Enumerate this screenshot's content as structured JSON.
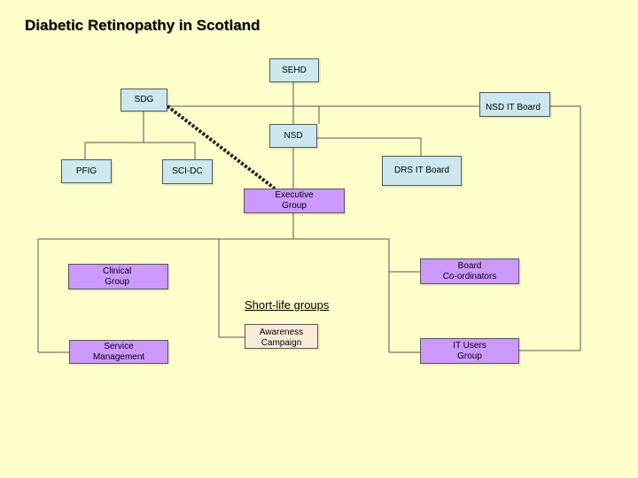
{
  "title": "Diabetic Retinopathy in Scotland",
  "nodes": {
    "sehd": "SEHD",
    "sdg": "SDG",
    "nsd_it_board": "NSD IT Board",
    "nsd": "NSD",
    "pfig": "PFIG",
    "sci_dc": "SCI-DC",
    "drs_it_board": "DRS IT Board",
    "executive_group": "Executive\nGroup",
    "clinical_group": "Clinical\nGroup",
    "board_coordinators": "Board\nCo-ordinators",
    "service_management": "Service\nManagement",
    "awareness_campaign": "Awareness\nCampaign",
    "it_users_group": "IT Users\nGroup"
  },
  "short_life_groups_label": "Short-life groups",
  "colors": {
    "background": "#FFFFCC",
    "blue_box": "#CCE8EE",
    "purple_box": "#CC99FF",
    "beige_box": "#FAEBD7",
    "line": "#555555"
  }
}
